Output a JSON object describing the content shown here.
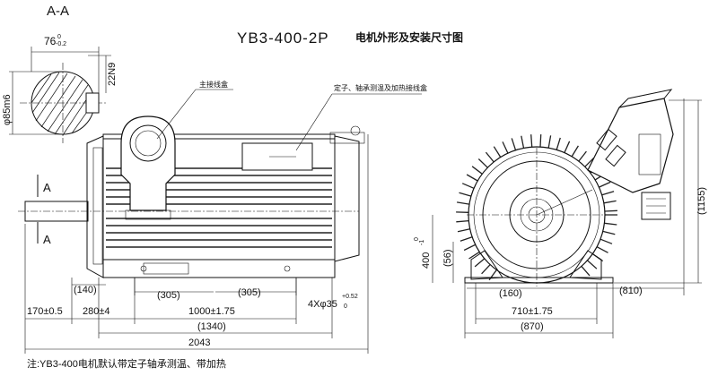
{
  "section_label": "A-A",
  "title": "YB3-400-2P",
  "subtitle": "电机外形及安装尺寸图",
  "callout_main_box": "主接线盒",
  "callout_aux_box": "定子、轴承测温及加热接线盒",
  "section_a_top": "A",
  "section_a_bottom": "A",
  "dims": {
    "key_width": "76",
    "key_width_tol": "0\n-0.2",
    "key_width_tol_upper": "0",
    "key_width_tol_lower": "-0.2",
    "key_depth": "22N9",
    "shaft_dia": "φ85m6",
    "d140": "(140)",
    "d305a": "(305)",
    "d305b": "(305)",
    "holes": "4Xφ35",
    "holes_tol_upper": "+0.52",
    "holes_tol_lower": "0",
    "d170": "170±0.5",
    "d280": "280±4",
    "d1000": "1000±1.75",
    "d1340": "(1340)",
    "d2043": "2043",
    "d400": "400",
    "d400_tol_upper": "0",
    "d400_tol_lower": "-1",
    "d56": "(56)",
    "d160": "(160)",
    "d810": "(810)",
    "d710": "710±1.75",
    "d870": "(870)",
    "d1155": "(1155)"
  },
  "note": "注:YB3-400电机默认带定子轴承测温、带加热"
}
